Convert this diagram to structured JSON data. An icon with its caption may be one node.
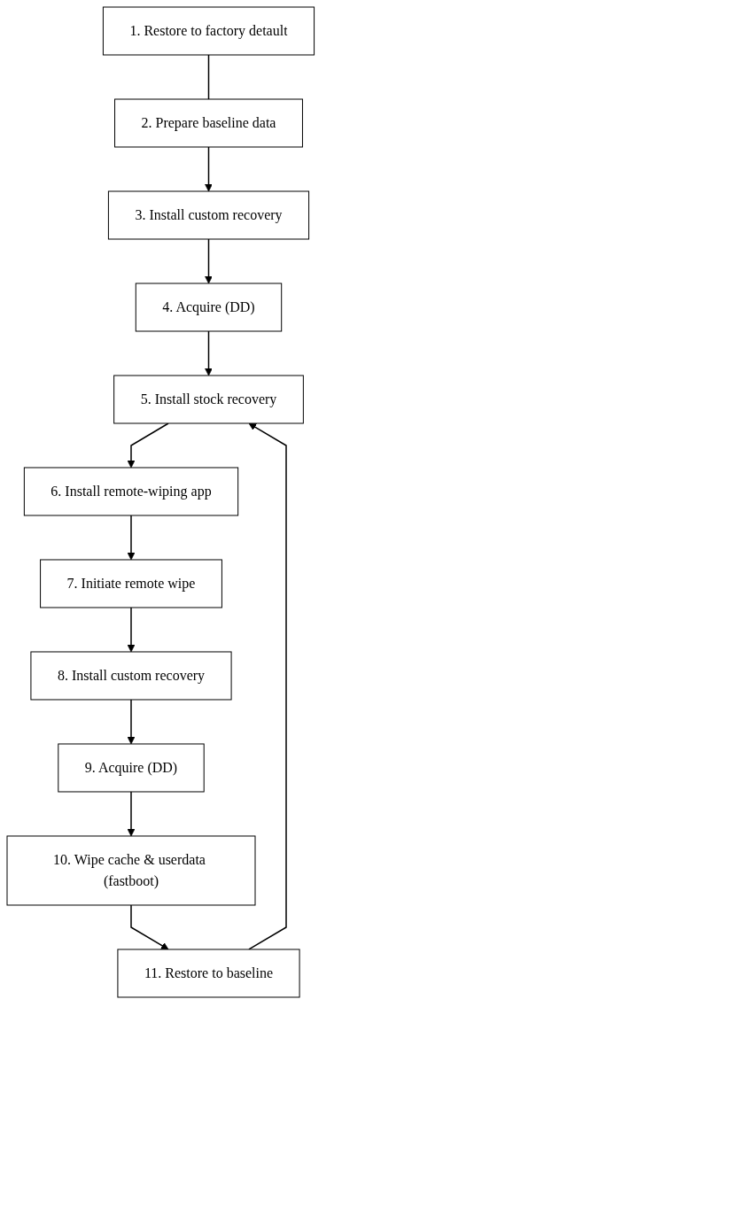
{
  "diagram": {
    "nodes": [
      {
        "text": [
          "1. Restore to factory detault"
        ]
      },
      {
        "text": [
          "2. Prepare baseline data"
        ]
      },
      {
        "text": [
          "3. Install custom recovery"
        ]
      },
      {
        "text": [
          "4. Acquire (DD)"
        ]
      },
      {
        "text": [
          "5. Install stock recovery"
        ]
      },
      {
        "text": [
          "6. Install remote-wiping app"
        ]
      },
      {
        "text": [
          "7. Initiate remote wipe"
        ]
      },
      {
        "text": [
          "8. Install custom recovery"
        ]
      },
      {
        "text": [
          "9. Acquire (DD)"
        ]
      },
      {
        "text": [
          "10. Wipe cache & userdata (fastboot)"
        ]
      },
      {
        "text": [
          "11. Restore to baseline"
        ]
      }
    ],
    "edges": [
      {
        "from": 0,
        "to": 1,
        "arrow": "none"
      },
      {
        "from": 1,
        "to": 2,
        "arrow": "to"
      },
      {
        "from": 2,
        "to": 3,
        "arrow": "to"
      },
      {
        "from": 3,
        "to": 4,
        "arrow": "to"
      },
      {
        "from": 4,
        "to": 5,
        "arrow": "to"
      },
      {
        "from": 5,
        "to": 6,
        "arrow": "to"
      },
      {
        "from": 6,
        "to": 7,
        "arrow": "to"
      },
      {
        "from": 7,
        "to": 8,
        "arrow": "to"
      },
      {
        "from": 8,
        "to": 9,
        "arrow": "to"
      },
      {
        "from": 9,
        "to": 10,
        "arrow": "to"
      },
      {
        "from": 10,
        "to": 4,
        "arrow": "to"
      }
    ]
  }
}
